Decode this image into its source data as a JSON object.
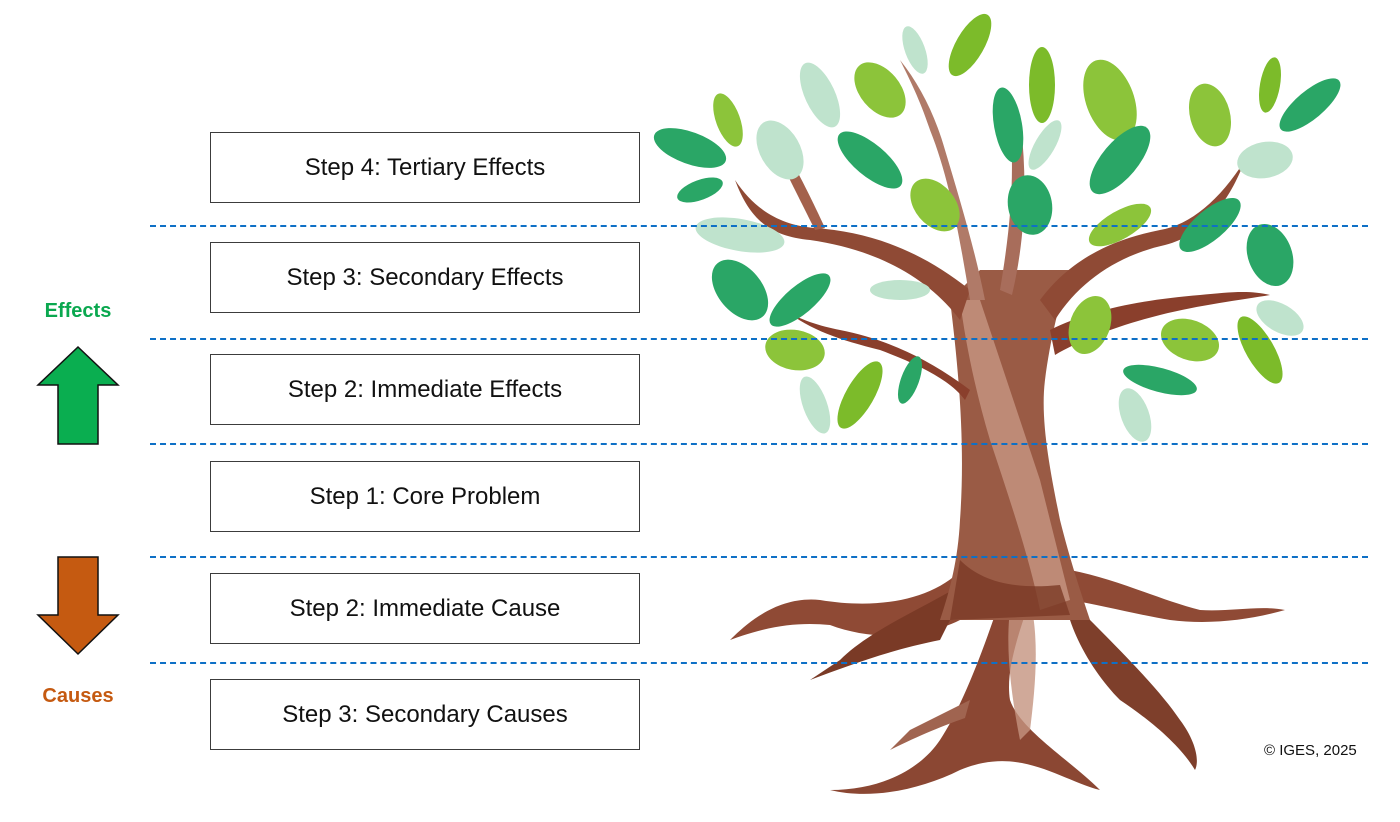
{
  "diagram": {
    "title": "Problem Tree",
    "colors": {
      "effects": "#0aa84f",
      "causes": "#c55a11",
      "divider": "#0e70c6",
      "box_border": "#3c3c3c",
      "leaf_dark": "#2aa666",
      "leaf_light": "#8cc43a",
      "leaf_pale": "#bfe3cd",
      "trunk": "#9a5b45",
      "trunk_dark": "#7a3a26",
      "trunk_light": "#c4937f"
    },
    "effects_label": "Effects",
    "causes_label": "Causes",
    "effects_arrow_icon": "arrow-up-icon",
    "causes_arrow_icon": "arrow-down-icon",
    "steps": [
      {
        "label": "Step 4: Tertiary Effects",
        "group": "effects",
        "level": 4
      },
      {
        "label": "Step 3: Secondary Effects",
        "group": "effects",
        "level": 3
      },
      {
        "label": "Step 2: Immediate Effects",
        "group": "effects",
        "level": 2
      },
      {
        "label": "Step 1: Core Problem",
        "group": "core",
        "level": 1
      },
      {
        "label": "Step 2: Immediate Cause",
        "group": "causes",
        "level": 2
      },
      {
        "label": "Step 3: Secondary Causes",
        "group": "causes",
        "level": 3
      }
    ],
    "illustration": "tree-with-roots-illustration",
    "copyright": "© IGES, 2025"
  }
}
